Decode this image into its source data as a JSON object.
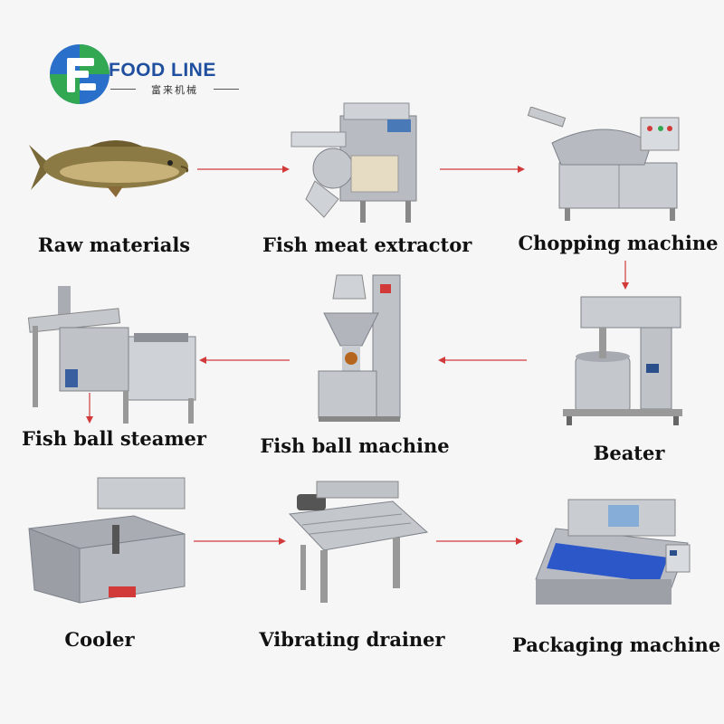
{
  "brand": {
    "name": "FOOD LINE",
    "subtitle": "富来机械",
    "colors": {
      "blue": "#1f4f9e",
      "green": "#33a853"
    }
  },
  "steps": [
    {
      "id": "raw-materials",
      "label": "Raw materials"
    },
    {
      "id": "fish-meat-extractor",
      "label": "Fish meat extractor"
    },
    {
      "id": "chopping-machine",
      "label": "Chopping machine"
    },
    {
      "id": "beater",
      "label": "Beater"
    },
    {
      "id": "fish-ball-machine",
      "label": "Fish ball machine"
    },
    {
      "id": "fish-ball-steamer",
      "label": "Fish ball steamer"
    },
    {
      "id": "cooler",
      "label": "Cooler"
    },
    {
      "id": "vibrating-drainer",
      "label": "Vibrating drainer"
    },
    {
      "id": "packaging-machine",
      "label": "Packaging machine"
    }
  ],
  "arrow_color": "#d23a3a"
}
